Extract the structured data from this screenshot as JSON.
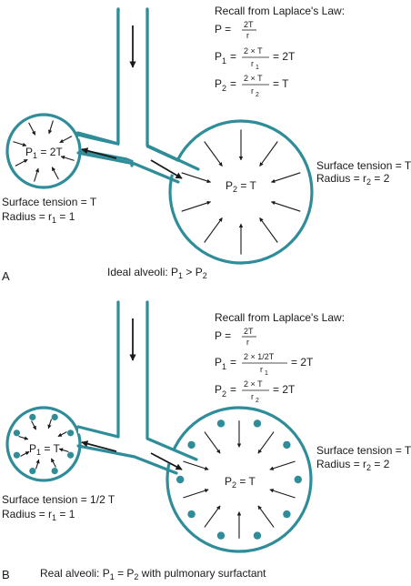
{
  "colors": {
    "airway": "#2f8c99",
    "arrow": "#1a1a1a",
    "surfactant": "#2f8c99",
    "text": "#1a1a1a"
  },
  "panel_a": {
    "letter": "A",
    "caption_prefix": "Ideal alveoli: P",
    "caption_sub1": "1",
    "caption_mid": " > P",
    "caption_sub2": "2",
    "recall_title": "Recall from Laplace's Law:",
    "eq1_lhs": "P =",
    "eq1_num": "2T",
    "eq1_den": "r",
    "eq2_lhs": "P",
    "eq2_sub": "1",
    "eq2_eq": "=",
    "eq2_num": "2 × T",
    "eq2_den": "r",
    "eq2_den_sub": "1",
    "eq2_result": "= 2T",
    "eq3_lhs": "P",
    "eq3_sub": "2",
    "eq3_eq": "=",
    "eq3_num": "2 × T",
    "eq3_den": "r",
    "eq3_den_sub": "2",
    "eq3_result": "= T",
    "small_inner": "P",
    "small_inner_sub": "1",
    "small_inner_val": " = 2T",
    "large_inner": "P",
    "large_inner_sub": "2",
    "large_inner_val": " = T",
    "small_tension": "Surface tension = T",
    "small_radius": "Radius = r",
    "small_radius_sub": "1",
    "small_radius_val": " = 1",
    "large_tension": "Surface tension = T",
    "large_radius": "Radius = r",
    "large_radius_sub": "2",
    "large_radius_val": " = 2"
  },
  "panel_b": {
    "letter": "B",
    "caption_prefix": "Real alveoli: P",
    "caption_sub1": "1",
    "caption_mid": " = P",
    "caption_sub2": "2",
    "caption_suffix": " with pulmonary surfactant",
    "recall_title": "Recall from Laplace's Law:",
    "eq1_lhs": "P =",
    "eq1_num": "2T",
    "eq1_den": "r",
    "eq2_lhs": "P",
    "eq2_sub": "1",
    "eq2_eq": "=",
    "eq2_num": "2 × 1/2T",
    "eq2_den": "r",
    "eq2_den_sub": "1",
    "eq2_result": "= 2T",
    "eq3_lhs": "P",
    "eq3_sub": "2",
    "eq3_eq": "=",
    "eq3_num": "2 × T",
    "eq3_den": "r",
    "eq3_den_sub": "2",
    "eq3_result": "= 2T",
    "small_inner": "P",
    "small_inner_sub": "1",
    "small_inner_val": " = T",
    "large_inner": "P",
    "large_inner_sub": "2",
    "large_inner_val": " = T",
    "small_tension": "Surface tension = 1/2 T",
    "small_radius": "Radius = r",
    "small_radius_sub": "1",
    "small_radius_val": " = 1",
    "large_tension": "Surface tension = T",
    "large_radius": "Radius = r",
    "large_radius_sub": "2",
    "large_radius_val": " = 2"
  }
}
